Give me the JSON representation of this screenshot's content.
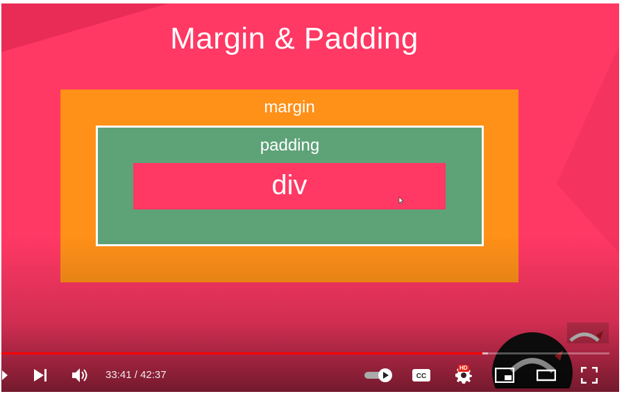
{
  "slide": {
    "title": "Margin & Padding",
    "margin_label": "margin",
    "padding_label": "padding",
    "div_label": "div"
  },
  "player": {
    "progress_fraction": 0.791,
    "buffered_fraction": 0.8,
    "current_time": "33:41",
    "duration": "42:37",
    "time_separator": " / ",
    "hd_badge": "HD",
    "icons": [
      "next-icon",
      "volume-icon",
      "autoplay-toggle-icon",
      "subtitles-icon",
      "settings-icon",
      "miniplayer-icon",
      "theater-mode-icon",
      "fullscreen-icon"
    ]
  },
  "colors": {
    "background": "#ff3864",
    "margin": "#ff9018",
    "padding": "#5ea278",
    "div": "#ff3864",
    "progress": "#ff0000"
  }
}
